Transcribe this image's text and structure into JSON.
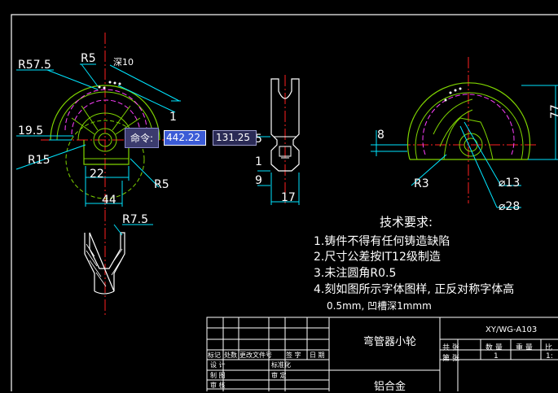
{
  "drawing": {
    "dimensions": {
      "r575": "R57.5",
      "r5_top": "R5",
      "depth10": "深10",
      "one_top": "1",
      "d195": "19.5",
      "r15": "R15",
      "d22": "22",
      "r5_bottom": "R5",
      "d44": "44",
      "r75": "R7.5",
      "five": "5",
      "one_mid": "1",
      "nine": "9",
      "seventeen": "17",
      "eight": "8",
      "r3": "R3",
      "phi13": "⌀13",
      "phi28": "⌀28",
      "seventyseven": "77"
    }
  },
  "command": {
    "label": "命令:",
    "x_value": "442.22",
    "y_value": "131.25"
  },
  "tech_requirements": {
    "title": "技术要求:",
    "items": [
      "1.铸件不得有任何铸造缺陷",
      "2.尺寸公差按IT12级制造",
      "3.未注圆角R0.5",
      "4.刻如图所示字体图样, 正反对称字体高",
      "0.5mm, 凹槽深1mmm"
    ]
  },
  "title_block": {
    "part_name": "弯管器小轮",
    "drawing_no": "XY/WG-A103",
    "material": "铝合金",
    "headers": [
      "标记",
      "处数",
      "更改文件号",
      "签 字",
      "日 期"
    ],
    "row_design": "设 计",
    "row_standard": "标准化",
    "row_draw": "制 图",
    "row_review": "审 定",
    "row_check": "审 核",
    "total_sheets": "共 张",
    "sheet_no": "第 张",
    "qty_label": "数 量",
    "weight_label": "重 量",
    "scale_label": "比",
    "qty_value": "1",
    "scale_value": "1:"
  },
  "colors": {
    "background": "#000000",
    "outline": "#ffffff",
    "geometry": "#7fd400",
    "centerline": "#ff2020",
    "dimension": "#00e5ff",
    "hidden": "#d040ff",
    "magenta": "#ff40ff"
  }
}
